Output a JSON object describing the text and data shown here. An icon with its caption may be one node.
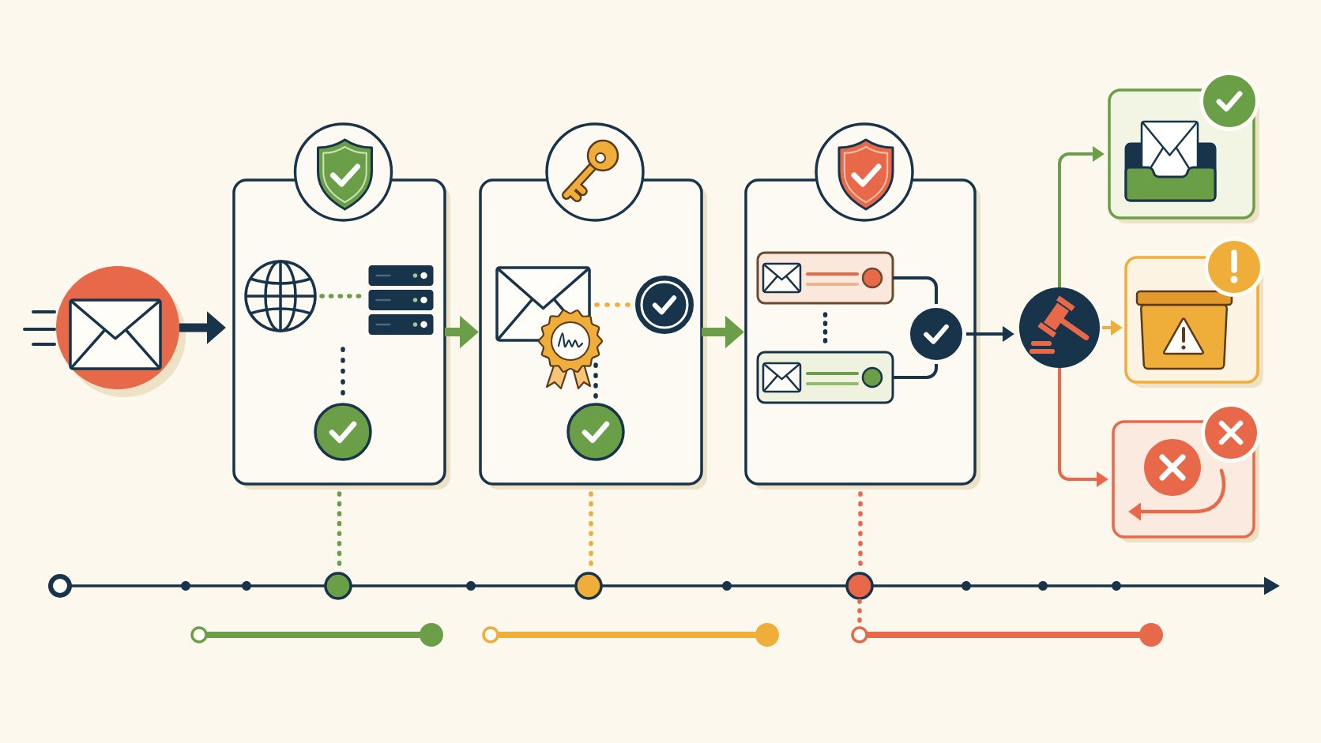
{
  "diagram": {
    "nodes": [
      {
        "text": [],
        "shape": "circle"
      },
      {
        "text": [],
        "shape": "box"
      },
      {
        "text": [],
        "shape": "picture",
        "in": 1
      },
      {
        "text": [],
        "shape": "picture",
        "in": 1
      },
      {
        "text": [],
        "shape": "circle",
        "in": 1
      },
      {
        "text": [],
        "shape": "box"
      },
      {
        "text": [],
        "shape": "picture",
        "in": 5
      },
      {
        "text": [],
        "shape": "circle",
        "in": 5
      },
      {
        "text": [],
        "shape": "circle",
        "in": 5
      },
      {
        "text": [],
        "shape": "box"
      },
      {
        "text": [],
        "shape": "box",
        "in": 9
      },
      {
        "text": [],
        "shape": "box",
        "in": 9
      },
      {
        "text": [],
        "shape": "circle",
        "in": 9
      },
      {
        "text": [],
        "shape": "circle"
      },
      {
        "text": [],
        "shape": "box"
      },
      {
        "text": [],
        "shape": "box"
      },
      {
        "text": [],
        "shape": "box"
      },
      {
        "text": [],
        "shape": "circle"
      },
      {
        "text": [],
        "shape": "circle"
      },
      {
        "text": [],
        "shape": "circle"
      },
      {
        "text": [],
        "shape": "bar"
      },
      {
        "text": [],
        "shape": "bar"
      },
      {
        "text": [],
        "shape": "bar"
      }
    ],
    "edges": [
      {
        "from": 0,
        "to": 1,
        "arrow": "to",
        "style": "thick"
      },
      {
        "from": 2,
        "to": 3,
        "arrow": "none",
        "style": "dashed",
        "color": "#6a9f47"
      },
      {
        "from": null,
        "to": 4,
        "arrow": "none",
        "style": "dashed"
      },
      {
        "from": 1,
        "to": 5,
        "arrow": "to",
        "style": "thick",
        "color": "#6a9f47"
      },
      {
        "from": 6,
        "to": 7,
        "arrow": "none",
        "style": "dashed",
        "color": "#efad3a"
      },
      {
        "from": 6,
        "to": 8,
        "arrow": "none",
        "style": "dashed"
      },
      {
        "from": 5,
        "to": 9,
        "arrow": "to",
        "style": "thick",
        "color": "#6a9f47"
      },
      {
        "from": 10,
        "to": 12,
        "arrow": "none"
      },
      {
        "from": 11,
        "to": 12,
        "arrow": "none"
      },
      {
        "from": 10,
        "to": 11,
        "arrow": "none",
        "style": "dashed"
      },
      {
        "from": 12,
        "to": 13,
        "arrow": "to"
      },
      {
        "from": 13,
        "to": 14,
        "arrow": "to",
        "color": "#6a9f47"
      },
      {
        "from": 13,
        "to": 15,
        "arrow": "to",
        "color": "#efad3a"
      },
      {
        "from": 13,
        "to": 16,
        "arrow": "to",
        "color": "#e8694a"
      },
      {
        "from": 1,
        "to": 17,
        "arrow": "none",
        "style": "dashed",
        "color": "#6a9f47"
      },
      {
        "from": 5,
        "to": 18,
        "arrow": "none",
        "style": "dashed",
        "color": "#efad3a"
      },
      {
        "from": 9,
        "to": 19,
        "arrow": "none",
        "style": "dashed",
        "color": "#e8694a"
      },
      {
        "from": 19,
        "to": 22,
        "arrow": "none",
        "style": "dashed",
        "color": "#e8694a"
      }
    ]
  }
}
